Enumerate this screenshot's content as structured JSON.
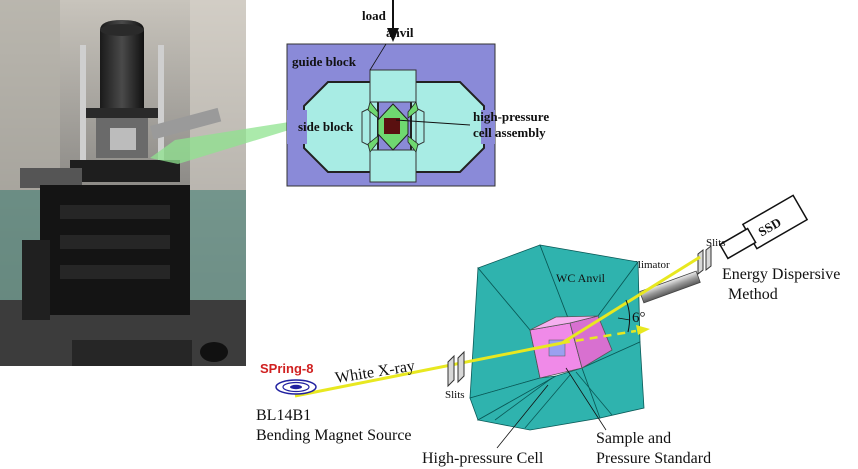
{
  "press_diagram": {
    "load": "load",
    "anvil": "anvil",
    "guide_block": "guide block",
    "side_block": "side block",
    "cell_line1": "high-pressure",
    "cell_line2": "cell assembly"
  },
  "setup_diagram": {
    "detector": "SSD",
    "slits_detector": "Slits",
    "collimator": "Collimator",
    "method_line1": "Energy Dispersive",
    "method_line2": "Method",
    "wc_anvil": "WC Anvil",
    "angle": "6°",
    "source_logo": "SPring-8",
    "white_xray": "White X-ray",
    "slits_source": "Slits",
    "beamline": "BL14B1",
    "source_type": "Bending Magnet Source",
    "cell": "High-pressure Cell",
    "sample_line1": "Sample and",
    "sample_line2": "Pressure Standard"
  },
  "colors": {
    "press_body": "#8a8ad8",
    "anvil_fill": "#a8ece4",
    "cell_fill": "#6fd870",
    "sample_core": "#5a1010",
    "wc_anvil": "#2fb3ae",
    "cell_pink": "#f08ae8",
    "beam": "#e8e820",
    "logo_red": "#d02020",
    "logo_blue": "#2020a0"
  }
}
